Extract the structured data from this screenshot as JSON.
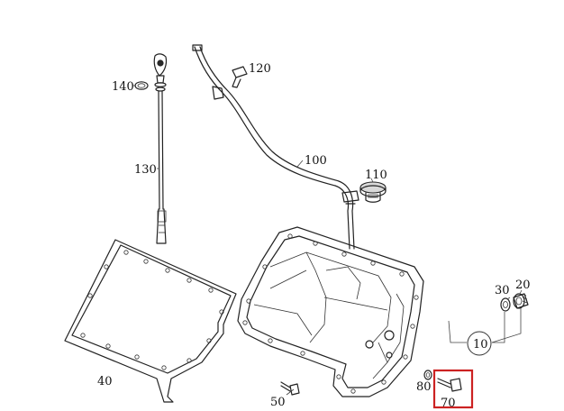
{
  "diagram": {
    "callouts": [
      {
        "id": "c140",
        "text": "140"
      },
      {
        "id": "c120",
        "text": "120"
      },
      {
        "id": "c130",
        "text": "130"
      },
      {
        "id": "c100",
        "text": "100"
      },
      {
        "id": "c110",
        "text": "110"
      },
      {
        "id": "c40",
        "text": "40"
      },
      {
        "id": "c50",
        "text": "50"
      },
      {
        "id": "c30",
        "text": "30"
      },
      {
        "id": "c20",
        "text": "20"
      },
      {
        "id": "c10",
        "text": "10"
      },
      {
        "id": "c80",
        "text": "80"
      },
      {
        "id": "c70",
        "text": "70"
      }
    ],
    "highlight_color": "#cc2222"
  }
}
